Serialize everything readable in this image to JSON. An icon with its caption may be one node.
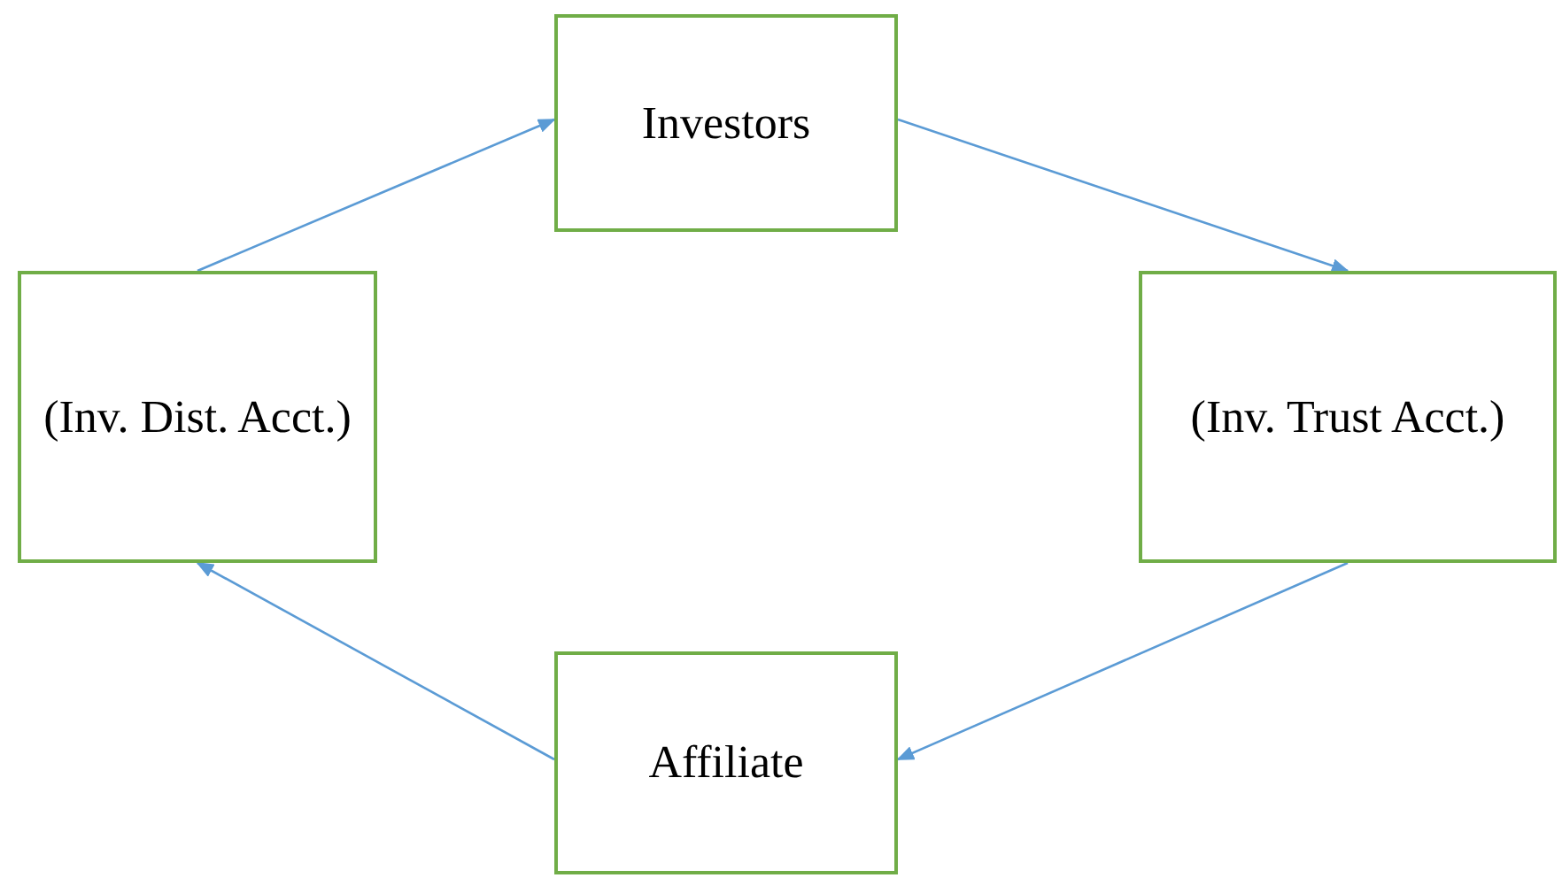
{
  "diagram": {
    "nodes": [
      {
        "text": [
          "Investors"
        ]
      },
      {
        "text": [
          "(Inv. Dist. Acct.)"
        ]
      },
      {
        "text": [
          "(Inv. Trust Acct.)"
        ]
      },
      {
        "text": [
          "Affiliate"
        ]
      }
    ],
    "edges": [
      {
        "from": 1,
        "to": 0,
        "arrow": "to"
      },
      {
        "from": 0,
        "to": 2,
        "arrow": "to"
      },
      {
        "from": 2,
        "to": 3,
        "arrow": "to"
      },
      {
        "from": 3,
        "to": 1,
        "arrow": "to"
      }
    ]
  }
}
